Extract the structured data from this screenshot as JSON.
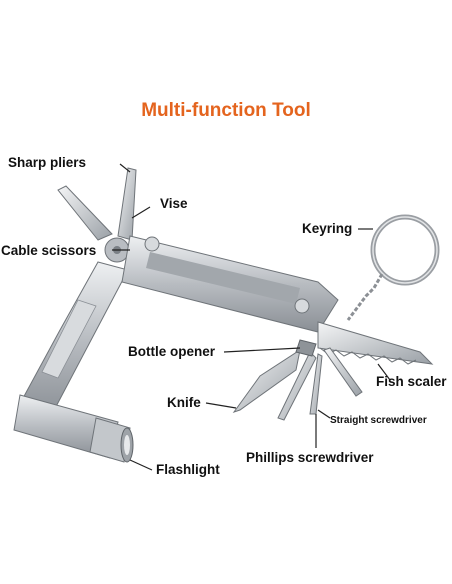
{
  "title": "Multi-function Tool",
  "colors": {
    "title": "#e4641e",
    "metal": "#c9ccd0",
    "metal_dark": "#7d8288",
    "leader": "#222222"
  },
  "labels": {
    "sharp_pliers": "Sharp pliers",
    "vise": "Vise",
    "cable_scissors": "Cable scissors",
    "keyring": "Keyring",
    "bottle_opener": "Bottle opener",
    "fish_scaler": "Fish scaler",
    "knife": "Knife",
    "straight_screwdriver": "Straight screwdriver",
    "phillips_screwdriver": "Phillips screwdriver",
    "flashlight": "Flashlight"
  }
}
